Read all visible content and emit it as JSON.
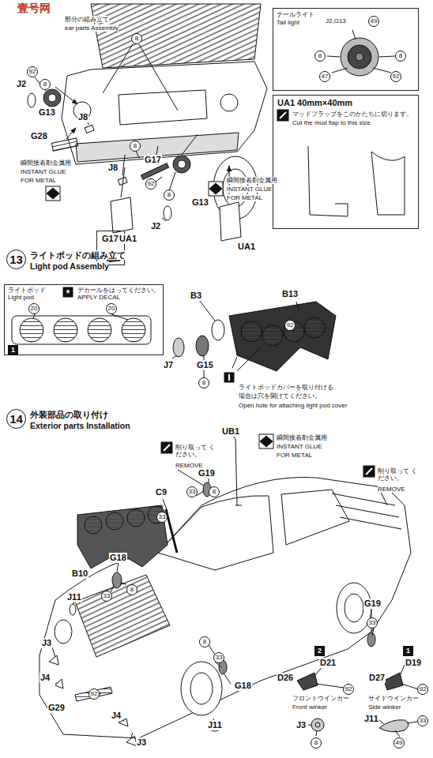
{
  "diagram": {
    "nodes": [
      {
        "text": [
          "テールライト",
          "Tail light"
        ]
      },
      {
        "text": [
          "UA1 40mm×40mm",
          "マッドフラップをこのかたちに切ります。",
          "Cut the mud flap to this size"
        ]
      },
      {
        "text": [
          "ライトポッド",
          "Light pod",
          "デカールをはってください。",
          "APPLY DECAL"
        ]
      },
      {
        "text": [
          "G17"
        ]
      }
    ],
    "labels": [
      "壹号网",
      "部分の組み立て",
      "ear parts Assembly",
      "8",
      "92",
      "J2",
      "8",
      "G13",
      "J8",
      "G28",
      "瞬間接着剤金属用",
      "INSTANT GLUE",
      "FOR METAL",
      "8",
      "J8",
      "G17",
      "92",
      "8",
      "G13",
      "J2",
      "UA1",
      "瞬間接着剤金属用",
      "INSTANT GLUE",
      "FOR METAL",
      "UA1",
      "J2,G13",
      "49",
      "8",
      "8",
      "47",
      "92",
      "13",
      "ライトポッドの組み立て",
      "Light pod Assembly",
      "20",
      "20",
      "1",
      "B3",
      "B13",
      "92",
      "J7",
      "G15",
      "8",
      "ライトポッドカバーを取り付ける",
      "場合は穴を開けてください。",
      "Open hole for attaching light pod cover",
      "14",
      "外装部品の取り付け",
      "Exterior parts Installation",
      "UB1",
      "瞬間接着剤金属用",
      "INSTANT GLUE",
      "FOR METAL",
      "削り取って ください。",
      "REMOVE",
      "33",
      "G19",
      "8",
      "C9",
      "33",
      "削り取って ください。",
      "REMOVE",
      "B10",
      "G18",
      "8",
      "33",
      "J11",
      "J3",
      "J4",
      "G29",
      "92",
      "J4",
      "J3",
      "G19",
      "33",
      "8",
      "33",
      "G18",
      "J11",
      "2",
      "1",
      "D21",
      "D26",
      "92",
      "D19",
      "D27",
      "92",
      "フロントウインカー",
      "Front winker",
      "サイドウインカー",
      "Side winker",
      "J3",
      "8",
      "J11",
      "33",
      "49"
    ]
  }
}
